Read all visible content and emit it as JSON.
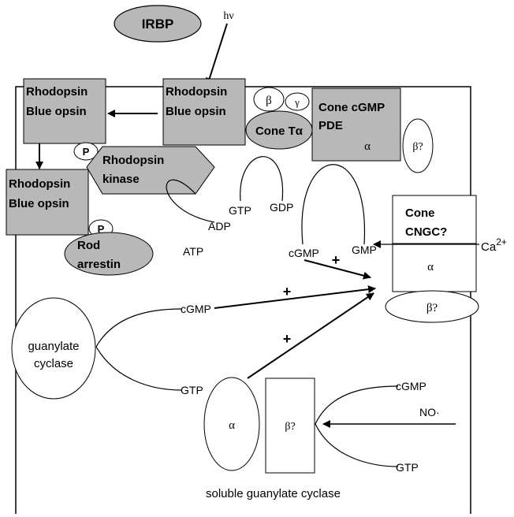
{
  "colors": {
    "fill": "#b8b8b8",
    "stroke": "#000000",
    "background": "#ffffff"
  },
  "labels": {
    "irbp": "IRBP",
    "hv": "hν",
    "rhodopsin_top_1": "Rhodopsin",
    "rhodopsin_top_2": "Blue  opsin",
    "rhodopsin_left_1": "Rhodopsin",
    "rhodopsin_left_2": "Blue  opsin",
    "rhodopsin_low_1": "Rhodopsin",
    "rhodopsin_low_2": "Blue  opsin",
    "p_top": "P",
    "p_low": "P",
    "kinase_1": "Rhodopsin",
    "kinase_2": "kinase",
    "arrestin_1": "Rod",
    "arrestin_2": "arrestin",
    "beta": "β",
    "gamma": "γ",
    "cone_t_alpha": "Cone Tα",
    "pde_1": "Cone cGMP",
    "pde_2": "PDE",
    "pde_alpha": "α",
    "pde_beta": "β?",
    "gtp_pde": "GTP",
    "gdp": "GDP",
    "adp": "ADP",
    "atp": "ATP",
    "cgmp_pde": "cGMP",
    "gmp": "GMP",
    "plus_pde": "+",
    "cngc_1": "Cone",
    "cngc_2": "CNGC?",
    "ca": "Ca",
    "ca_sup": "2+",
    "cngc_alpha": "α",
    "cngc_beta": "β?",
    "cgmp_gc": "cGMP",
    "plus_gc": "+",
    "guanylate_1": "guanylate",
    "guanylate_2": "cyclase",
    "gtp_gc": "GTP",
    "plus_sgc": "+",
    "sgc_alpha": "α",
    "sgc_beta": "β?",
    "cgmp_no": "cGMP",
    "no": "NO·",
    "gtp_no": "GTP",
    "soluble": "soluble  guanylate  cyclase"
  }
}
